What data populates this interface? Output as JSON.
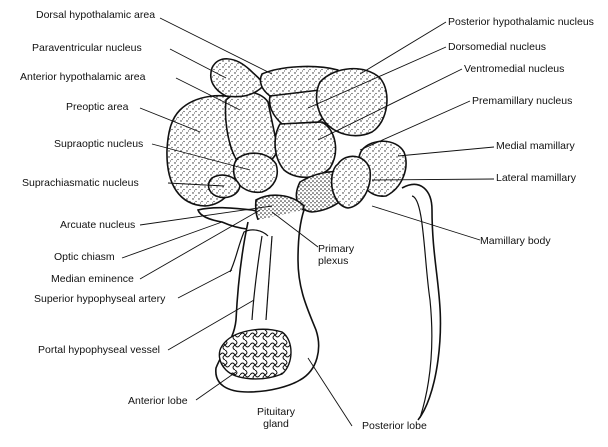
{
  "colors": {
    "ink": "#111111",
    "stipple": "#222222",
    "paper": "#ffffff"
  },
  "labels": {
    "dorsal_hypothalamic_area": "Dorsal hypothalamic area",
    "paraventricular_nucleus": "Paraventricular nucleus",
    "anterior_hypothalamic_area": "Anterior hypothalamic area",
    "preoptic_area": "Preoptic area",
    "supraoptic_nucleus": "Supraoptic nucleus",
    "suprachiasmatic_nucleus": "Suprachiasmatic nucleus",
    "arcuate_nucleus": "Arcuate nucleus",
    "optic_chiasm": "Optic chiasm",
    "median_eminence": "Median eminence",
    "superior_hypophyseal_artery": "Superior hypophyseal artery",
    "portal_hypophyseal_vessel": "Portal hypophyseal vessel",
    "anterior_lobe": "Anterior lobe",
    "pituitary_gland_line1": "Pituitary",
    "pituitary_gland_line2": "gland",
    "posterior_lobe": "Posterior lobe",
    "primary_plexus_line1": "Primary",
    "primary_plexus_line2": "plexus",
    "mamillary_body": "Mamillary body",
    "lateral_mamillary": "Lateral mamillary",
    "medial_mamillary": "Medial mamillary",
    "premamillary_nucleus": "Premamillary nucleus",
    "ventromedial_nucleus": "Ventromedial nucleus",
    "dorsomedial_nucleus": "Dorsomedial nucleus",
    "posterior_hypothalamic_nucleus": "Posterior hypothalamic nucleus"
  }
}
